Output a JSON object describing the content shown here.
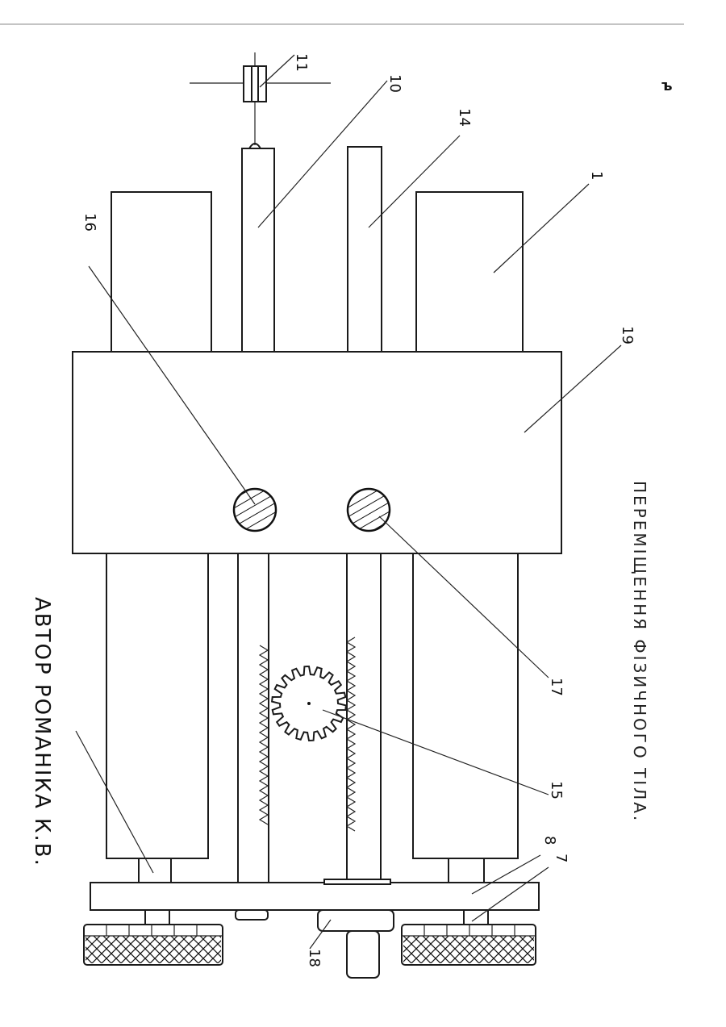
{
  "page_marker": "ъ",
  "caption_title": "ПЕРЕМІЩЕННЯ ФІЗИЧНОГО ТІЛА.",
  "caption_author": "АВТОР РОМАНІКА К.В.",
  "labels": {
    "l1": "1",
    "l7": "7",
    "l8": "8",
    "l10": "10",
    "l11": "11",
    "l14": "14",
    "l15": "15",
    "l16": "16",
    "l17": "17",
    "l18": "18",
    "l19": "19"
  },
  "icons": [
    "gear-icon",
    "hatched-pin-icon",
    "knurled-knob-icon"
  ]
}
